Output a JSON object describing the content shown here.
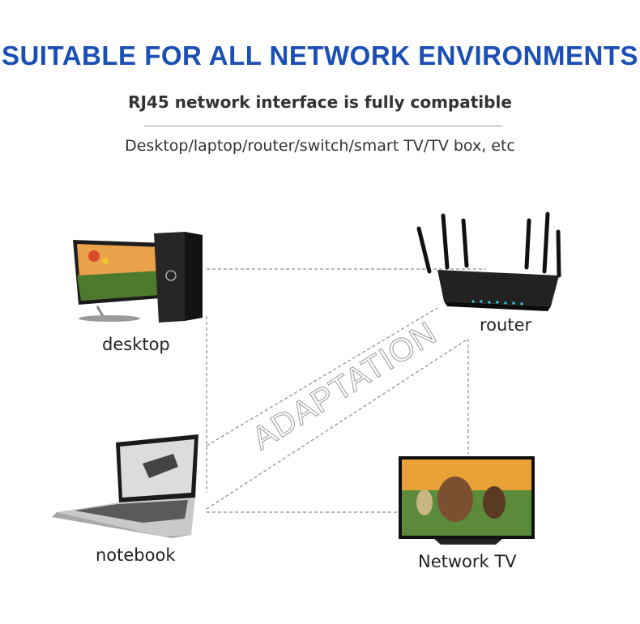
{
  "heading": {
    "title": "SUITABLE FOR ALL NETWORK ENVIRONMENTS",
    "subtitle": "RJ45 network interface is fully compatible",
    "devices": "Desktop/laptop/router/switch/smart TV/TV box, etc"
  },
  "diagram": {
    "center_text": "ADAPTATION",
    "nodes": {
      "desktop": "desktop",
      "router": "router",
      "notebook": "notebook",
      "tv": "Network TV"
    }
  },
  "colors": {
    "title": "#1a4fb4",
    "text": "#333333",
    "dash": "#8a8a8a"
  }
}
